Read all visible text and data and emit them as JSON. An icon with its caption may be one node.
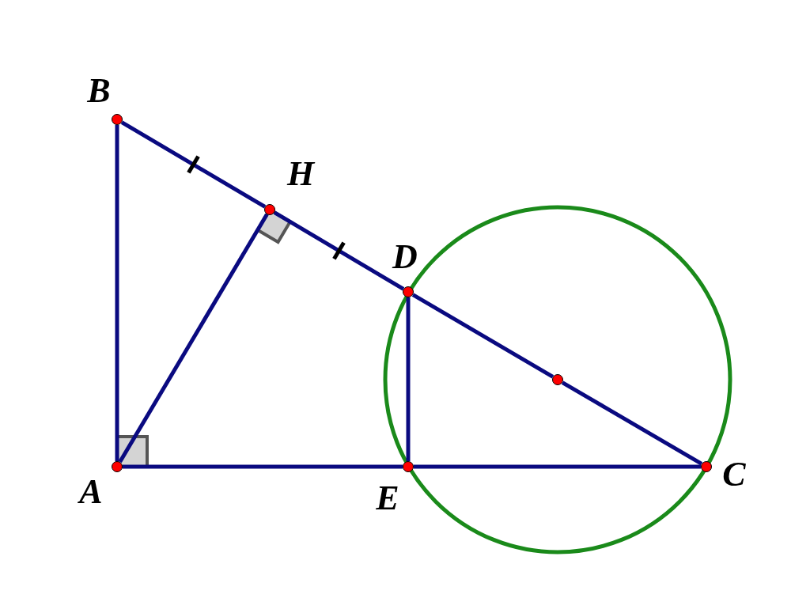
{
  "diagram": {
    "nodes": [
      {
        "text": [
          "B"
        ]
      },
      {
        "text": [
          "H"
        ]
      },
      {
        "text": [
          "D"
        ]
      },
      {
        "text": [],
        "shape": "circle"
      },
      {
        "text": [
          "A"
        ]
      },
      {
        "text": [
          "E"
        ]
      },
      {
        "text": [
          "C"
        ]
      }
    ],
    "edges": [
      {
        "from": 4,
        "to": 0,
        "arrow": "none"
      },
      {
        "from": 0,
        "to": 1,
        "arrow": "none"
      },
      {
        "from": 1,
        "to": 2,
        "arrow": "none"
      },
      {
        "from": 2,
        "to": 3,
        "arrow": "none"
      },
      {
        "from": 3,
        "to": 6,
        "arrow": "none"
      },
      {
        "from": 4,
        "to": 1,
        "arrow": "none"
      },
      {
        "from": 2,
        "to": 5,
        "arrow": "none"
      },
      {
        "from": 4,
        "to": 5,
        "arrow": "none"
      },
      {
        "from": 5,
        "to": 6,
        "arrow": "none"
      }
    ]
  }
}
